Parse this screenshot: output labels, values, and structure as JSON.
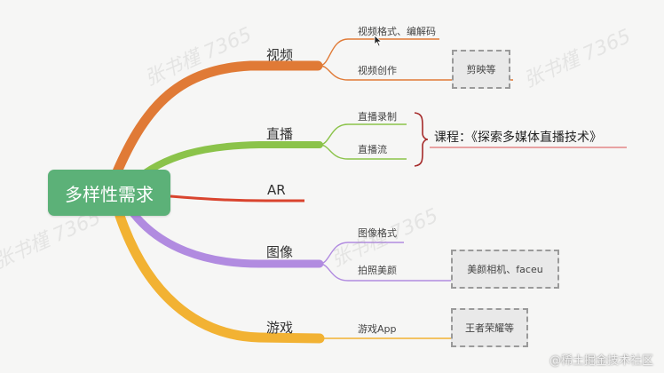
{
  "root": {
    "label": "多样性需求"
  },
  "branches": [
    {
      "label": "视频",
      "color": "#e07a36",
      "leaves": [
        {
          "label": "视频格式、编解码"
        },
        {
          "label": "视频创作"
        }
      ],
      "note": "剪映等"
    },
    {
      "label": "直播",
      "color": "#8bc34a",
      "leaves": [
        {
          "label": "直播录制"
        },
        {
          "label": "直播流"
        }
      ]
    },
    {
      "label": "AR",
      "color": "#d9442e",
      "leaves": []
    },
    {
      "label": "图像",
      "color": "#b18be0",
      "leaves": [
        {
          "label": "图像格式"
        },
        {
          "label": "拍照美颜"
        }
      ],
      "note": "美颜相机、faceu"
    },
    {
      "label": "游戏",
      "color": "#f2b233",
      "leaves": [
        {
          "label": "游戏App"
        }
      ],
      "note": "王者荣耀等"
    }
  ],
  "course": {
    "label": "课程：《探索多媒体直播技术》",
    "brace_color": "#a52a2a",
    "underline_color": "#e07070"
  },
  "watermark": {
    "text": "张书槿 7365"
  },
  "credit": {
    "text": "@稀土掘金技术社区"
  }
}
